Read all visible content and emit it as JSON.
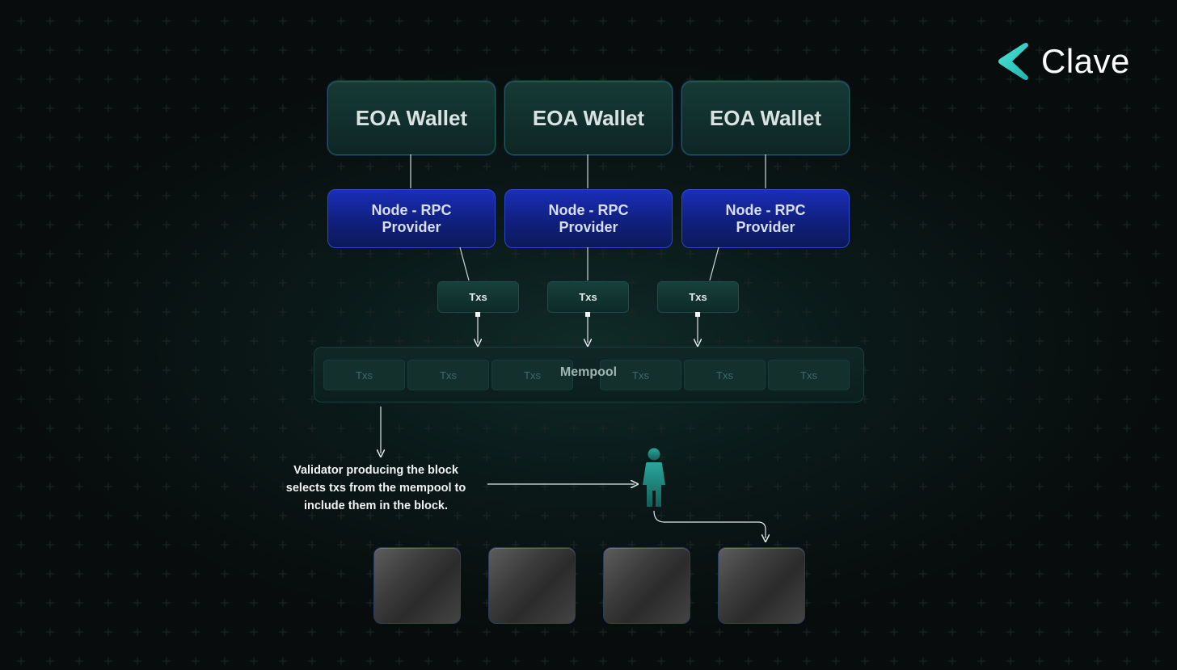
{
  "brand": {
    "name": "Clave",
    "accent": "#2fd3c6"
  },
  "wallets": [
    {
      "label": "EOA Wallet"
    },
    {
      "label": "EOA Wallet"
    },
    {
      "label": "EOA Wallet"
    }
  ],
  "rpc_nodes": [
    {
      "line1": "Node - RPC",
      "line2": "Provider"
    },
    {
      "line1": "Node - RPC",
      "line2": "Provider"
    },
    {
      "line1": "Node - RPC",
      "line2": "Provider"
    }
  ],
  "incoming_txs": [
    "Txs",
    "Txs",
    "Txs"
  ],
  "mempool": {
    "label": "Mempool",
    "txs": [
      "Txs",
      "Txs",
      "Txs",
      "Txs",
      "Txs",
      "Txs"
    ]
  },
  "validator": {
    "description": [
      "Validator producing the block",
      "selects txs from the mempool to",
      "include them in the block."
    ]
  },
  "blocks": [
    "block",
    "block",
    "block",
    "block"
  ],
  "colors": {
    "background": "#080c0c",
    "wallet": "#163a36",
    "rpc": "#1b2fb8",
    "validator": "#1f7f77",
    "block": "#4a4a4a"
  }
}
